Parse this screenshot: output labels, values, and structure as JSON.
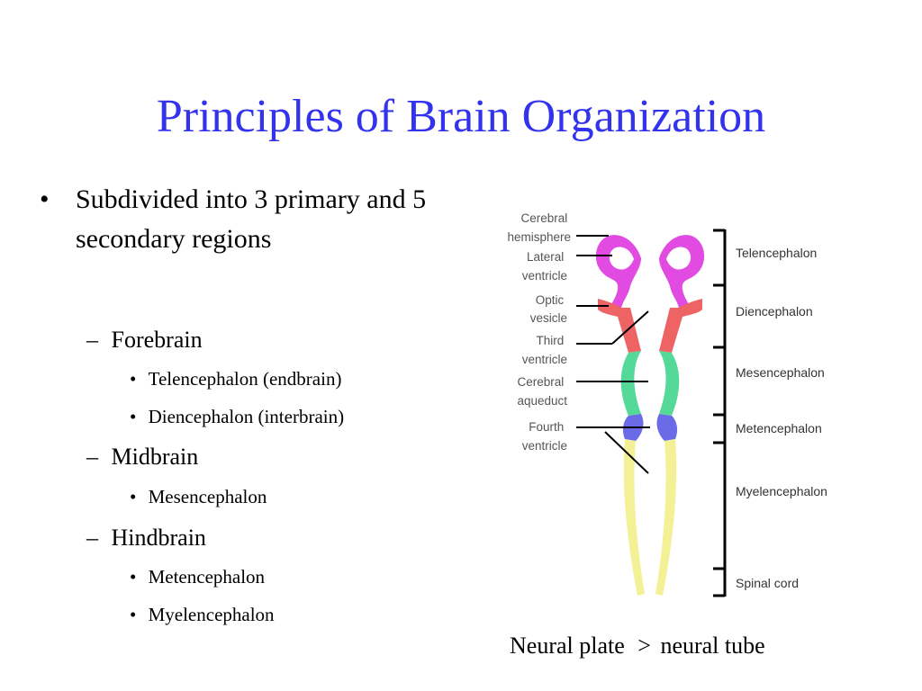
{
  "slide": {
    "title": "Principles of Brain Organization",
    "bullet_main": "Subdivided into 3 primary and 5 secondary regions",
    "sections": [
      {
        "label": "Forebrain",
        "items": [
          "Telencephalon (endbrain)",
          "Diencephalon (interbrain)"
        ]
      },
      {
        "label": "Midbrain",
        "items": [
          "Mesencephalon"
        ]
      },
      {
        "label": "Hindbrain",
        "items": [
          "Metencephalon",
          "Myelencephalon"
        ]
      }
    ]
  },
  "diagram": {
    "left_labels": [
      [
        "Cerebral",
        "hemisphere"
      ],
      [
        "Lateral",
        "ventricle"
      ],
      [
        "Optic",
        "vesicle"
      ],
      [
        "Third",
        "ventricle"
      ],
      [
        "Cerebral",
        "aqueduct"
      ],
      [
        "Fourth",
        "ventricle"
      ]
    ],
    "region_labels": [
      "Telencephalon",
      "Diencephalon",
      "Mesencephalon",
      "Metencephalon",
      "Myelencephalon",
      "Spinal cord"
    ],
    "colors": {
      "telencephalon": "#e24be2",
      "diencephalon": "#ee6363",
      "mesencephalon": "#55d999",
      "metencephalon": "#6b6be8",
      "myelencephalon": "#f4f096"
    }
  },
  "caption": {
    "left": "Neural plate",
    "arrow": ">",
    "right": "neural tube"
  }
}
